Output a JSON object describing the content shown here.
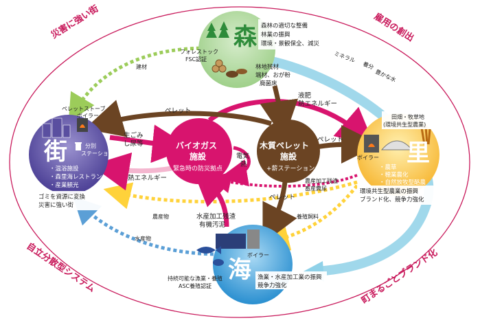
{
  "outer_labels": {
    "top_left": "災害に強い街",
    "top_right": "雇用の創出",
    "bottom_left": "自立分散型システム",
    "bottom_right": "町まるごとブランド化"
  },
  "mori": {
    "title": "森",
    "notes": [
      "森林の適切な整備",
      "林業の振興",
      "環境・景観保全、減災"
    ],
    "fsc": [
      "フォレストック",
      "FSC認証"
    ],
    "residue": [
      "林地残材",
      "端材、おが粉",
      "廃菌床"
    ],
    "label_kenzai": "建材"
  },
  "machi": {
    "title": "街",
    "stove": [
      "ペレットストーブ",
      "ボイラー"
    ],
    "bunbetsu": [
      "分別",
      "ステーション"
    ],
    "list": [
      "・温浴施設",
      "・森里海レストラン",
      "・産業観光"
    ],
    "bottom": [
      "ゴミを資源に変換",
      "災害に強い街"
    ]
  },
  "sato": {
    "title": "里",
    "top": [
      "田畑・牧草地",
      "(環境共生型農業)"
    ],
    "boiler": "ボイラー",
    "list": [
      "・農草",
      "・穂業農化",
      "・自然放牧型酪農"
    ],
    "bottom": [
      "環境共生型農業の振興",
      "ブランド化、競争力強化"
    ]
  },
  "umi": {
    "title": "海",
    "boiler": "ボイラー",
    "left": [
      "持続可能な漁業・養殖",
      "ASC養殖認証"
    ],
    "bottom": [
      "漁業・水産加工業の振興",
      "競争力強化"
    ]
  },
  "biogas": {
    "title": [
      "バイオガス",
      "施設"
    ],
    "sub": "緊急時の防災拠点"
  },
  "pellet_plant": {
    "title": [
      "木質ペレット",
      "施設"
    ],
    "sub": "+薪ステーション"
  },
  "flows": {
    "pellet_top": "ペレット",
    "pellet_right": "ペレット",
    "pellet_bottom": "ペレット",
    "gomi": [
      "生ごみ",
      "し尿等"
    ],
    "heat_left": "熱エネルギー",
    "denki": [
      "電気",
      "熱"
    ],
    "ekihi": [
      "液肥",
      "熱エネルギー"
    ],
    "nosan_zansa": [
      "農産加工残渣",
      "畜産糞尿"
    ],
    "suisan_zansa": [
      "水産加工残渣",
      "有機汚泥"
    ],
    "nousanbutsu": "農産物",
    "suisanbutsu": "水産物",
    "youshoku": "養殖飼料",
    "mineral": [
      "ミネラル",
      "養分",
      "豊かな水"
    ]
  },
  "colors": {
    "outer_ring": "#c8185a",
    "mori_green": "#5ab34a",
    "machi_purple": "#5a4fa0",
    "sato_orange": "#f5a623",
    "umi_blue": "#2a8fd0",
    "biogas_pink": "#d8146e",
    "pellet_brown": "#6b4423",
    "dotted_green": "#9ccc5a",
    "dotted_yellow": "#ffd23a",
    "dotted_blue": "#5b9fd6",
    "dotted_pink": "#d8146e",
    "light_blue": "#8fd1e8"
  }
}
